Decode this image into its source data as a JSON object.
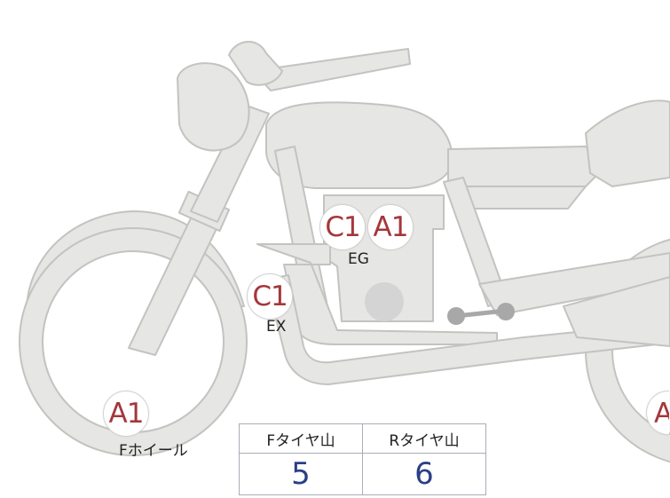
{
  "colors": {
    "body_fill": "#e6e6e4",
    "body_stroke": "#c2c4c0",
    "accent_red": "#a4373c",
    "value_blue": "#2a3f86",
    "table_border": "#a9adb6"
  },
  "badges": {
    "eg_c1": "C1",
    "eg_a1": "A1",
    "ex_c1": "C1",
    "fwheel_a1": "A1",
    "rwheel_a": "A"
  },
  "labels": {
    "eg": "EG",
    "ex": "EX",
    "fwheel": "Fホイール"
  },
  "tire_table": {
    "headers": [
      "Fタイヤ山",
      "Rタイヤ山"
    ],
    "values": [
      "5",
      "6"
    ]
  }
}
